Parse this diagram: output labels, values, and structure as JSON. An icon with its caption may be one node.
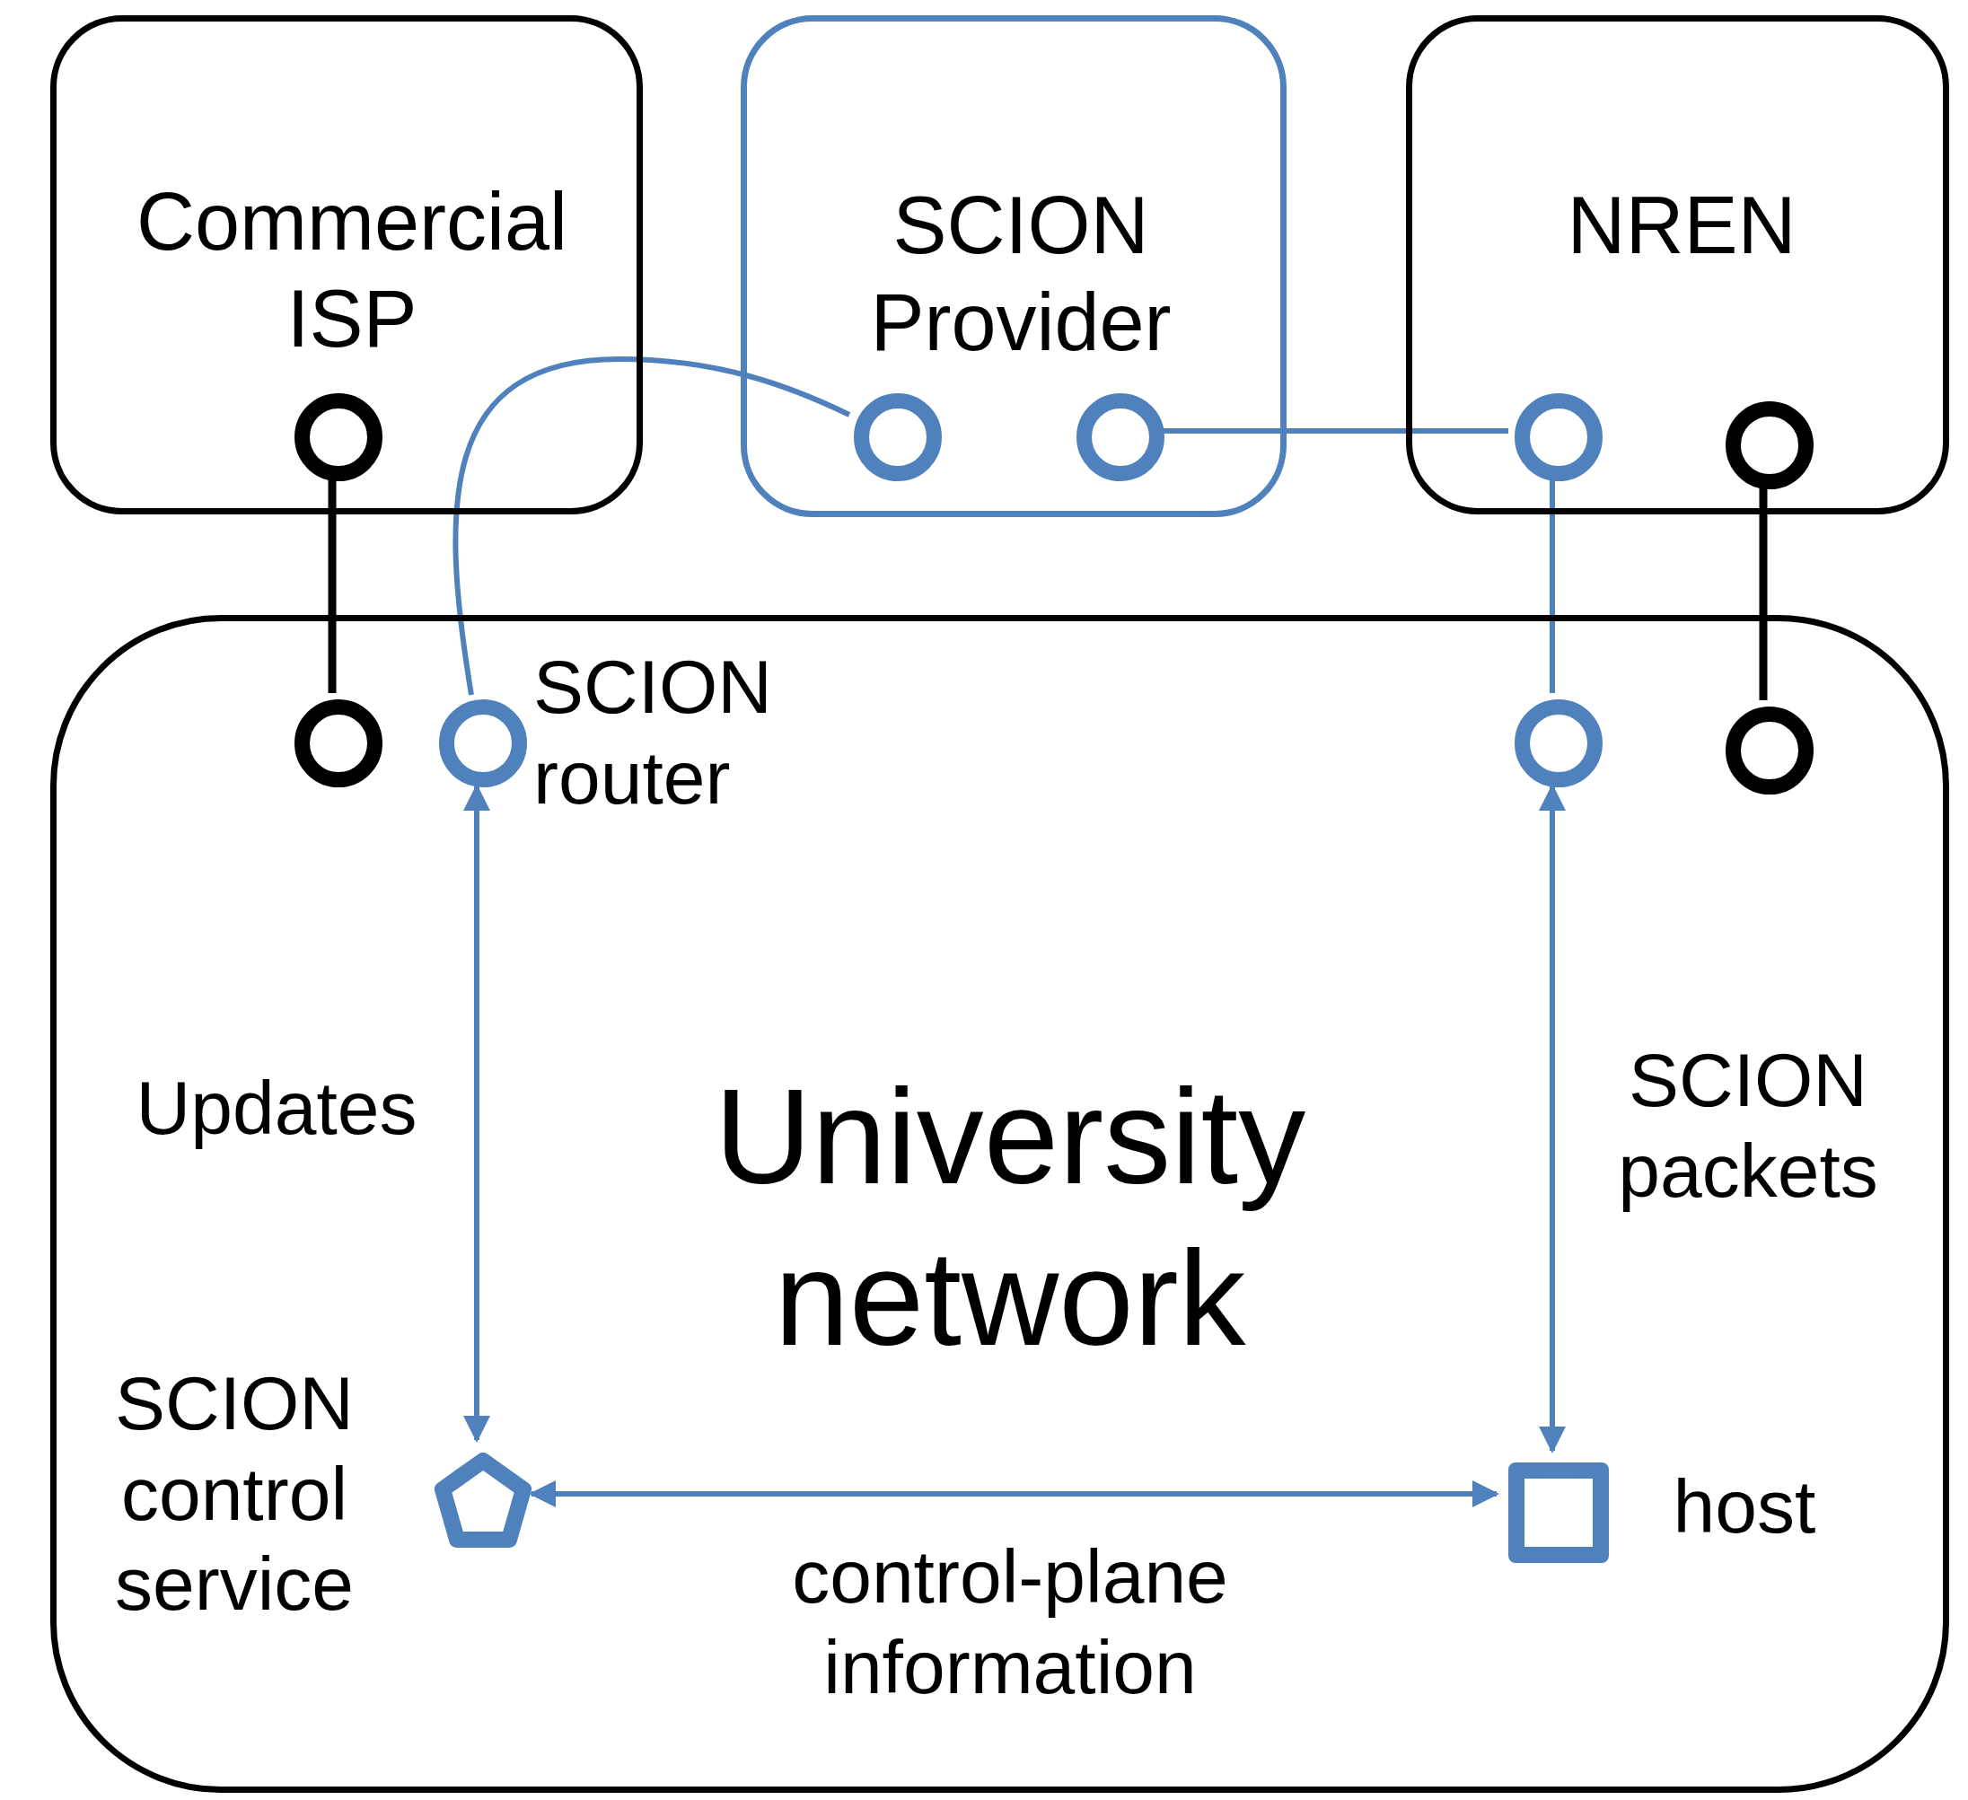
{
  "diagram": {
    "nodes": [
      {
        "text": [
          "Commercial ISP"
        ]
      },
      {
        "text": [
          "SCION Provider"
        ]
      },
      {
        "text": [
          "NREN"
        ]
      },
      {
        "text": [
          "University network"
        ]
      },
      {
        "text": [],
        "shape": "circle",
        "in": 0
      },
      {
        "text": [],
        "shape": "circle",
        "in": 1
      },
      {
        "text": [],
        "shape": "circle",
        "in": 1
      },
      {
        "text": [],
        "shape": "circle",
        "in": 2
      },
      {
        "text": [],
        "shape": "circle",
        "in": 2
      },
      {
        "text": [],
        "shape": "circle",
        "in": 3
      },
      {
        "text": [],
        "shape": "circle",
        "in": 3,
        "beside": [
          "SCION router"
        ]
      },
      {
        "text": [],
        "shape": "circle",
        "in": 3
      },
      {
        "text": [],
        "shape": "circle",
        "in": 3
      },
      {
        "text": [],
        "shape": "pentagon",
        "in": 3,
        "beside": [
          "SCION control service"
        ]
      },
      {
        "text": [],
        "shape": "box",
        "in": 3,
        "beside": [
          "host"
        ]
      }
    ],
    "edges": [
      {
        "from": 4,
        "to": 9,
        "arrow": "none",
        "color": "#000000"
      },
      {
        "from": 10,
        "to": 5,
        "arrow": "none"
      },
      {
        "from": 6,
        "to": 7,
        "arrow": "none"
      },
      {
        "from": 7,
        "to": 11,
        "arrow": "none"
      },
      {
        "from": 8,
        "to": 12,
        "arrow": "none",
        "color": "#000000"
      },
      {
        "from": 10,
        "to": 13,
        "arrow": "both",
        "label": "Updates"
      },
      {
        "from": 11,
        "to": 14,
        "arrow": "both",
        "label": "SCION packets"
      },
      {
        "from": 13,
        "to": 14,
        "arrow": "both",
        "label": "control-plane information"
      }
    ]
  }
}
